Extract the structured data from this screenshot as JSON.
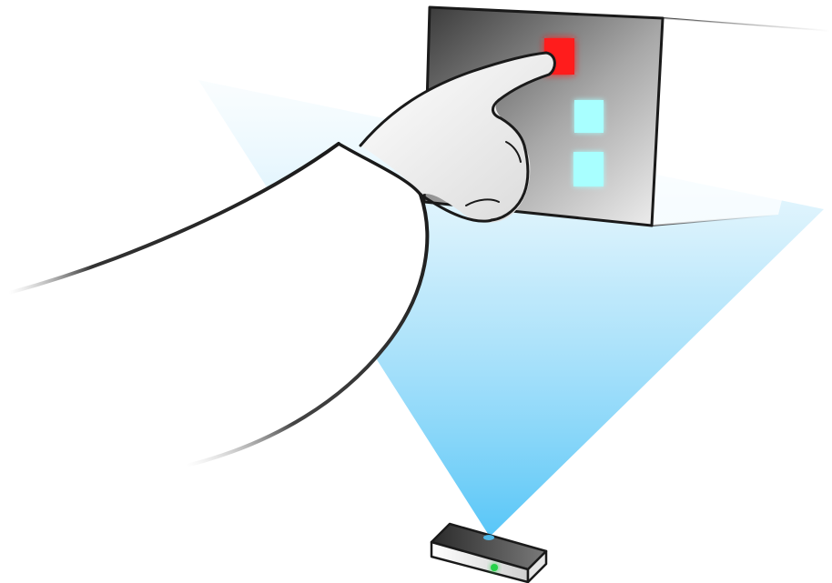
{
  "scene": {
    "panel": {
      "buttons": [
        {
          "state": "pressed",
          "color": "#ff1a1a",
          "icon": "active-button"
        },
        {
          "state": "idle",
          "color": "#a8ffff",
          "icon": "idle-button"
        },
        {
          "state": "idle",
          "color": "#a8ffff",
          "icon": "idle-button"
        }
      ]
    },
    "colors": {
      "beam": "#5fc8f7",
      "panel_dark": "#4a4a4a",
      "panel_light": "#e9e9e9",
      "sensor_led": "#28d24a",
      "outline": "#1a1a1a"
    }
  }
}
